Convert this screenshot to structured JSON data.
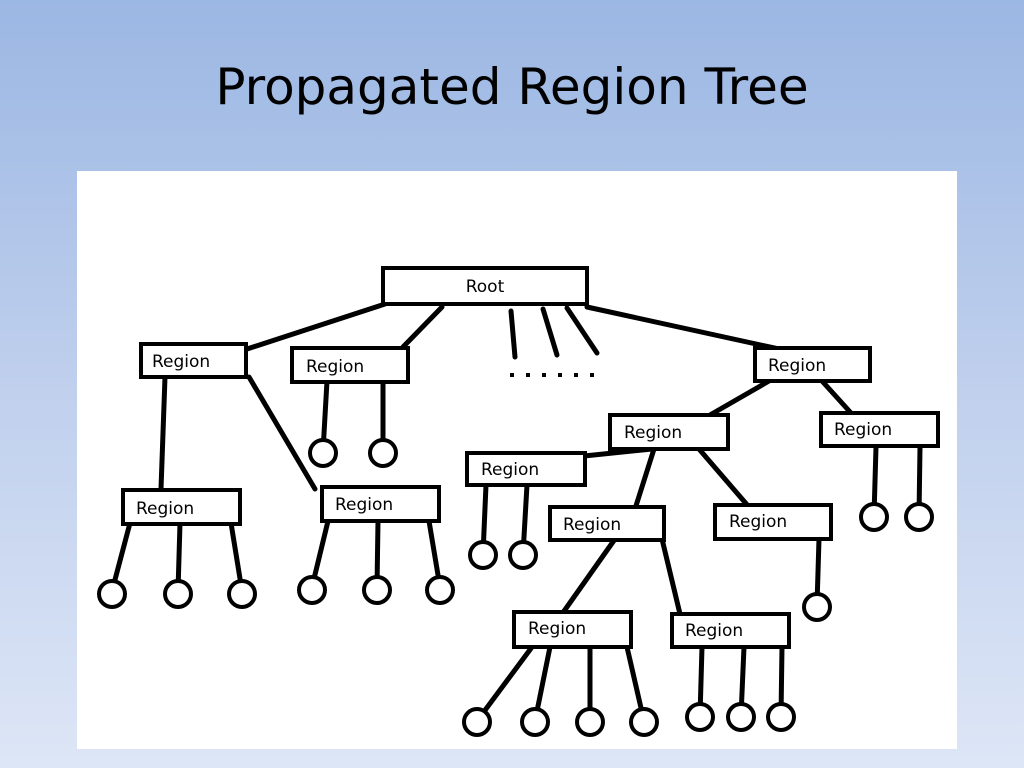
{
  "slide": {
    "title": "Propagated Region Tree"
  },
  "tree": {
    "root_label": "Root",
    "node_label": "Region",
    "ellipsis": "......"
  }
}
